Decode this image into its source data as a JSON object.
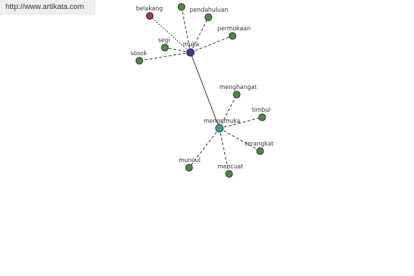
{
  "source": {
    "text": "http://www.artikata.com"
  },
  "colors": {
    "root": "#3b3b98",
    "hub": "#3a9a9a",
    "leaf": "#4c8a43",
    "related": "#a13c3c",
    "edge": "#222222"
  },
  "graph": {
    "nodes": [
      {
        "id": "muka",
        "label": "muka",
        "kind": "root"
      },
      {
        "id": "mengemuka",
        "label": "mengemuka",
        "kind": "hub"
      },
      {
        "id": "belakang",
        "label": "belakang",
        "kind": "related"
      },
      {
        "id": "top",
        "label": "",
        "kind": "leaf"
      },
      {
        "id": "pendahuluan",
        "label": "pendahuluan",
        "kind": "leaf"
      },
      {
        "id": "permukaan",
        "label": "permukaan",
        "kind": "leaf"
      },
      {
        "id": "segi",
        "label": "segi",
        "kind": "leaf"
      },
      {
        "id": "sosok",
        "label": "sosok",
        "kind": "leaf"
      },
      {
        "id": "menghangat",
        "label": "menghangat",
        "kind": "leaf"
      },
      {
        "id": "timbul",
        "label": "timbul",
        "kind": "leaf"
      },
      {
        "id": "terangkat",
        "label": "terangkat",
        "kind": "leaf"
      },
      {
        "id": "mencuat",
        "label": "mencuat",
        "kind": "leaf"
      },
      {
        "id": "muncul",
        "label": "muncul",
        "kind": "leaf"
      }
    ],
    "edges": [
      {
        "from": "muka",
        "to": "mengemuka",
        "style": "solid"
      },
      {
        "from": "muka",
        "to": "belakang",
        "style": "dotted"
      },
      {
        "from": "muka",
        "to": "top",
        "style": "dashed"
      },
      {
        "from": "muka",
        "to": "pendahuluan",
        "style": "dashed"
      },
      {
        "from": "muka",
        "to": "permukaan",
        "style": "dashed"
      },
      {
        "from": "muka",
        "to": "segi",
        "style": "dashed"
      },
      {
        "from": "muka",
        "to": "sosok",
        "style": "dashed"
      },
      {
        "from": "mengemuka",
        "to": "menghangat",
        "style": "dashed"
      },
      {
        "from": "mengemuka",
        "to": "timbul",
        "style": "dashed"
      },
      {
        "from": "mengemuka",
        "to": "terangkat",
        "style": "dashed"
      },
      {
        "from": "mengemuka",
        "to": "mencuat",
        "style": "dashed"
      },
      {
        "from": "mengemuka",
        "to": "muncul",
        "style": "dashed"
      }
    ]
  }
}
